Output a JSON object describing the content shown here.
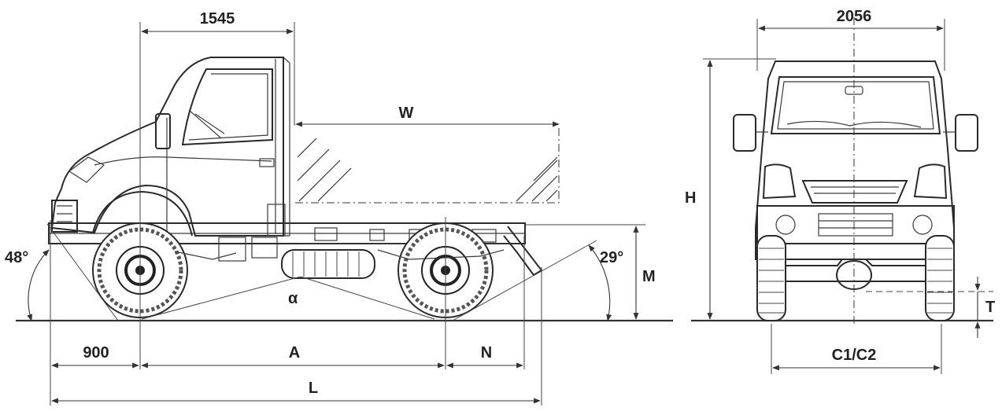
{
  "side_view": {
    "cab_length": "1545",
    "body_length": "W",
    "approach_angle": "48°",
    "departure_angle": "29°",
    "ramp_angle": "α",
    "front_overhang": "900",
    "wheelbase": "A",
    "rear_overhang": "N",
    "overall_length": "L",
    "frame_height": "M"
  },
  "front_view": {
    "overall_width": "2056",
    "overall_height": "H",
    "ground_clearance": "T",
    "track_width": "C1/C2"
  }
}
